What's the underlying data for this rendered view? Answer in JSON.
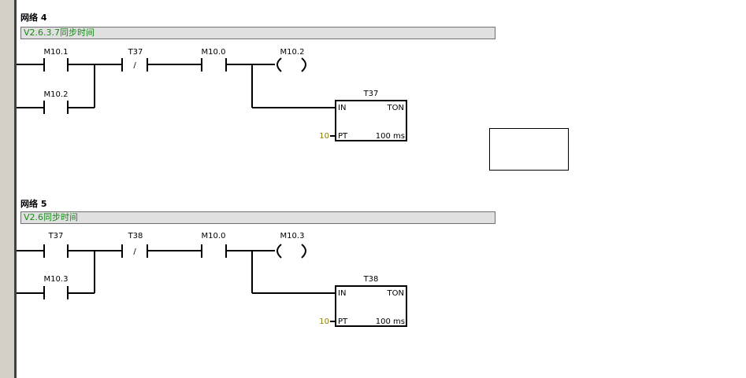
{
  "networks": [
    {
      "title": "网络 4",
      "comment": "V2.6.3.7同步时间",
      "contact_a": "M10.1",
      "contact_a_parallel": "M10.2",
      "contact_nc": "T37",
      "contact_nc_symbol": "/",
      "contact_b": "M10.0",
      "coil": "M10.2",
      "timer": {
        "name": "T37",
        "type": "TON",
        "in_label": "IN",
        "pt_label": "PT",
        "pt_value": "10",
        "base": "100 ms"
      }
    },
    {
      "title": "网络 5",
      "comment": "V2.6同步时间",
      "contact_a": "T37",
      "contact_a_parallel": "M10.3",
      "contact_nc": "T38",
      "contact_nc_symbol": "/",
      "contact_b": "M10.0",
      "coil": "M10.3",
      "timer": {
        "name": "T38",
        "type": "TON",
        "in_label": "IN",
        "pt_label": "PT",
        "pt_value": "10",
        "base": "100 ms"
      }
    }
  ],
  "colors": {
    "comment_text": "#1a8a1a",
    "comment_bg": "#e0e0e0",
    "pt_value": "#8a7a00",
    "rail": "#404040"
  }
}
